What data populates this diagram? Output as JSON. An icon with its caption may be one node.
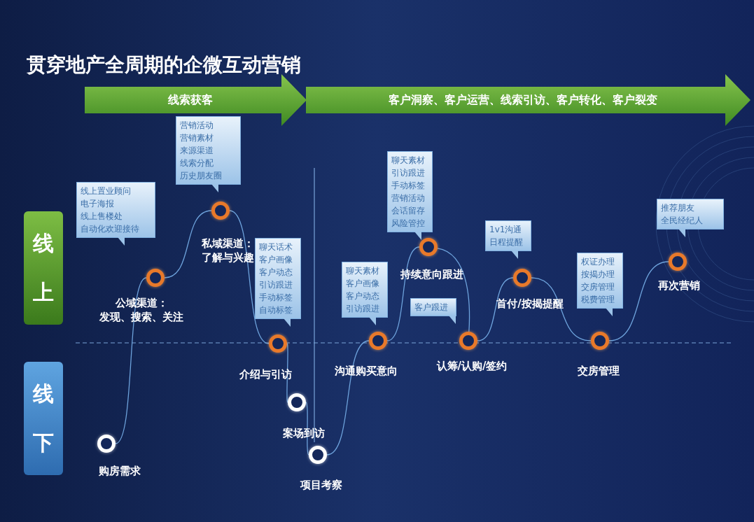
{
  "diagram": {
    "title": "贯穿地产全周期的企微互动营销",
    "nodes": [
      {
        "text": [
          "线索获客"
        ]
      },
      {
        "text": [
          "客户洞察、客户运营、线索引访、客户转化、客户裂变"
        ]
      },
      {
        "text": [
          "线上"
        ]
      },
      {
        "text": [
          "线下"
        ]
      },
      {
        "text": [
          "购房需求"
        ]
      },
      {
        "text": [
          "公域渠道：",
          "发现、搜索、关注"
        ]
      },
      {
        "text": [
          "私域渠道：",
          "了解与兴趣"
        ]
      },
      {
        "text": [
          "介绍与引访"
        ]
      },
      {
        "text": [
          "案场到访"
        ]
      },
      {
        "text": [
          "项目考察"
        ]
      },
      {
        "text": [
          "沟通购买意向"
        ]
      },
      {
        "text": [
          "持续意向跟进"
        ]
      },
      {
        "text": [
          "认筹/认购/签约"
        ]
      },
      {
        "text": [
          "首付/按揭提醒"
        ]
      },
      {
        "text": [
          "交房管理"
        ]
      },
      {
        "text": [
          "再次营销"
        ]
      },
      {
        "text": [
          "线上置业顾问",
          "电子海报",
          "线上售楼处",
          "自动化欢迎接待"
        ]
      },
      {
        "text": [
          "营销活动",
          "营销素材",
          "来源渠道",
          "线索分配",
          "历史朋友圈"
        ]
      },
      {
        "text": [
          "聊天话术",
          "客户画像",
          "客户动态",
          "引访跟进",
          "手动标签",
          "自动标签"
        ]
      },
      {
        "text": [
          "聊天素材",
          "客户画像",
          "客户动态",
          "引访跟进"
        ]
      },
      {
        "text": [
          "聊天素材",
          "引访跟进",
          "手动标签",
          "营销活动",
          "会话留存",
          "风险管控"
        ]
      },
      {
        "text": [
          "客户跟进"
        ]
      },
      {
        "text": [
          "1v1沟通",
          "日程提醒"
        ]
      },
      {
        "text": [
          "权证办理",
          "按揭办理",
          "交房管理",
          "税费管理"
        ]
      },
      {
        "text": [
          "推荐朋友",
          "全民经纪人"
        ]
      }
    ],
    "edges": [
      {
        "from": 4,
        "to": 5,
        "arrow": "none"
      },
      {
        "from": 5,
        "to": 6,
        "arrow": "none"
      },
      {
        "from": 6,
        "to": 7,
        "arrow": "none"
      },
      {
        "from": 7,
        "to": 8,
        "arrow": "none"
      },
      {
        "from": 8,
        "to": 9,
        "arrow": "none"
      },
      {
        "from": 9,
        "to": 10,
        "arrow": "none"
      },
      {
        "from": 10,
        "to": 11,
        "arrow": "none"
      },
      {
        "from": 11,
        "to": 12,
        "arrow": "none"
      },
      {
        "from": 12,
        "to": 13,
        "arrow": "none"
      },
      {
        "from": 13,
        "to": 14,
        "arrow": "none"
      },
      {
        "from": 14,
        "to": 15,
        "arrow": "none"
      }
    ]
  }
}
